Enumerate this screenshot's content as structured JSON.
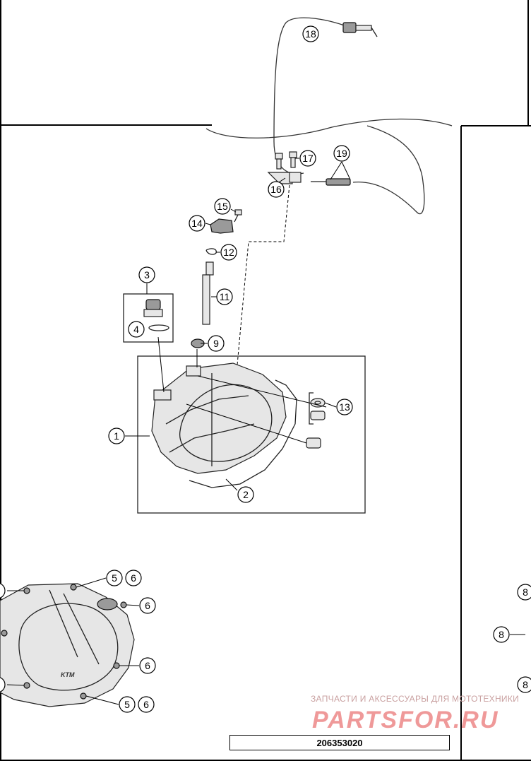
{
  "diagram": {
    "callouts": {
      "c1": "1",
      "c2": "2",
      "c3": "3",
      "c4": "4",
      "c9": "9",
      "c11": "11",
      "c12": "12",
      "c13": "13",
      "c14": "14",
      "c15": "15",
      "c16": "16",
      "c17": "17",
      "c18": "18",
      "c19": "19",
      "c5a": "5",
      "c6a": "6",
      "c6b": "6",
      "c6c": "6",
      "c5b": "5",
      "c6d": "6",
      "c8a": "8",
      "c8b": "8",
      "c8c": "8"
    },
    "cover_logo": "KTM"
  },
  "watermark": {
    "caption": "ЗАПЧАСТИ И АКСЕССУАРЫ ДЛЯ МОТОТЕХНИКИ",
    "brand": "PARTSFOR.RU"
  },
  "footer": {
    "drawing_number": "206353020"
  }
}
